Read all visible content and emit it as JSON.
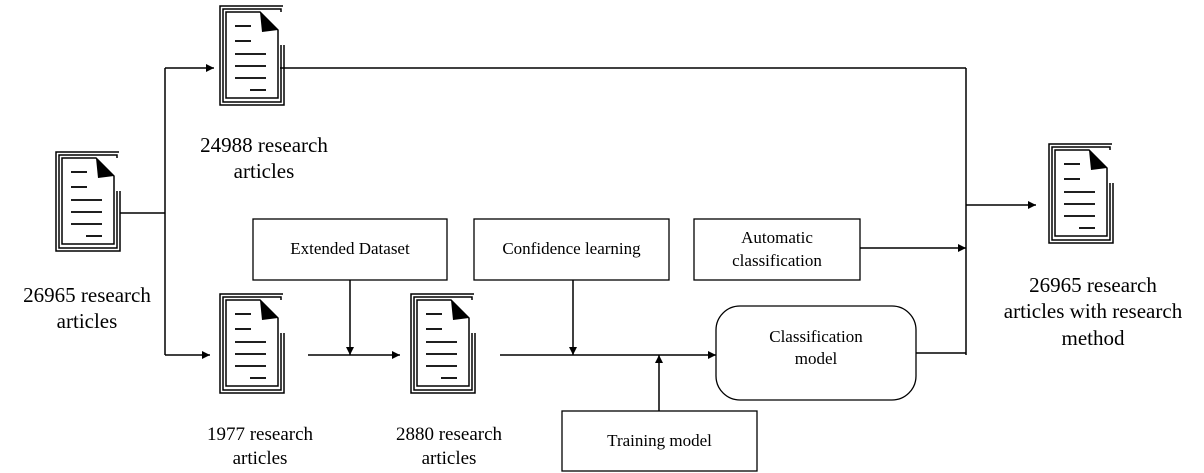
{
  "nodes": {
    "doc_source": {
      "line1": "26965 research",
      "line2": "articles"
    },
    "doc_top": {
      "line1": "24988 research",
      "line2": "articles"
    },
    "doc_1977": {
      "line1": "1977 research",
      "line2": "articles"
    },
    "doc_2880": {
      "line1": "2880 research",
      "line2": "articles"
    },
    "doc_result": {
      "line1": "26965 research",
      "line2": "articles with research",
      "line3": "method"
    }
  },
  "boxes": {
    "extended_dataset": "Extended Dataset",
    "confidence_learning": "Confidence learning",
    "automatic_classification": {
      "line1": "Automatic",
      "line2": "classification"
    },
    "classification_model": {
      "line1": "Classification",
      "line2": "model"
    },
    "training_model": "Training model"
  },
  "icons": [
    "document-stack-icon"
  ],
  "colors": {
    "stroke": "#000000",
    "background": "#ffffff"
  }
}
